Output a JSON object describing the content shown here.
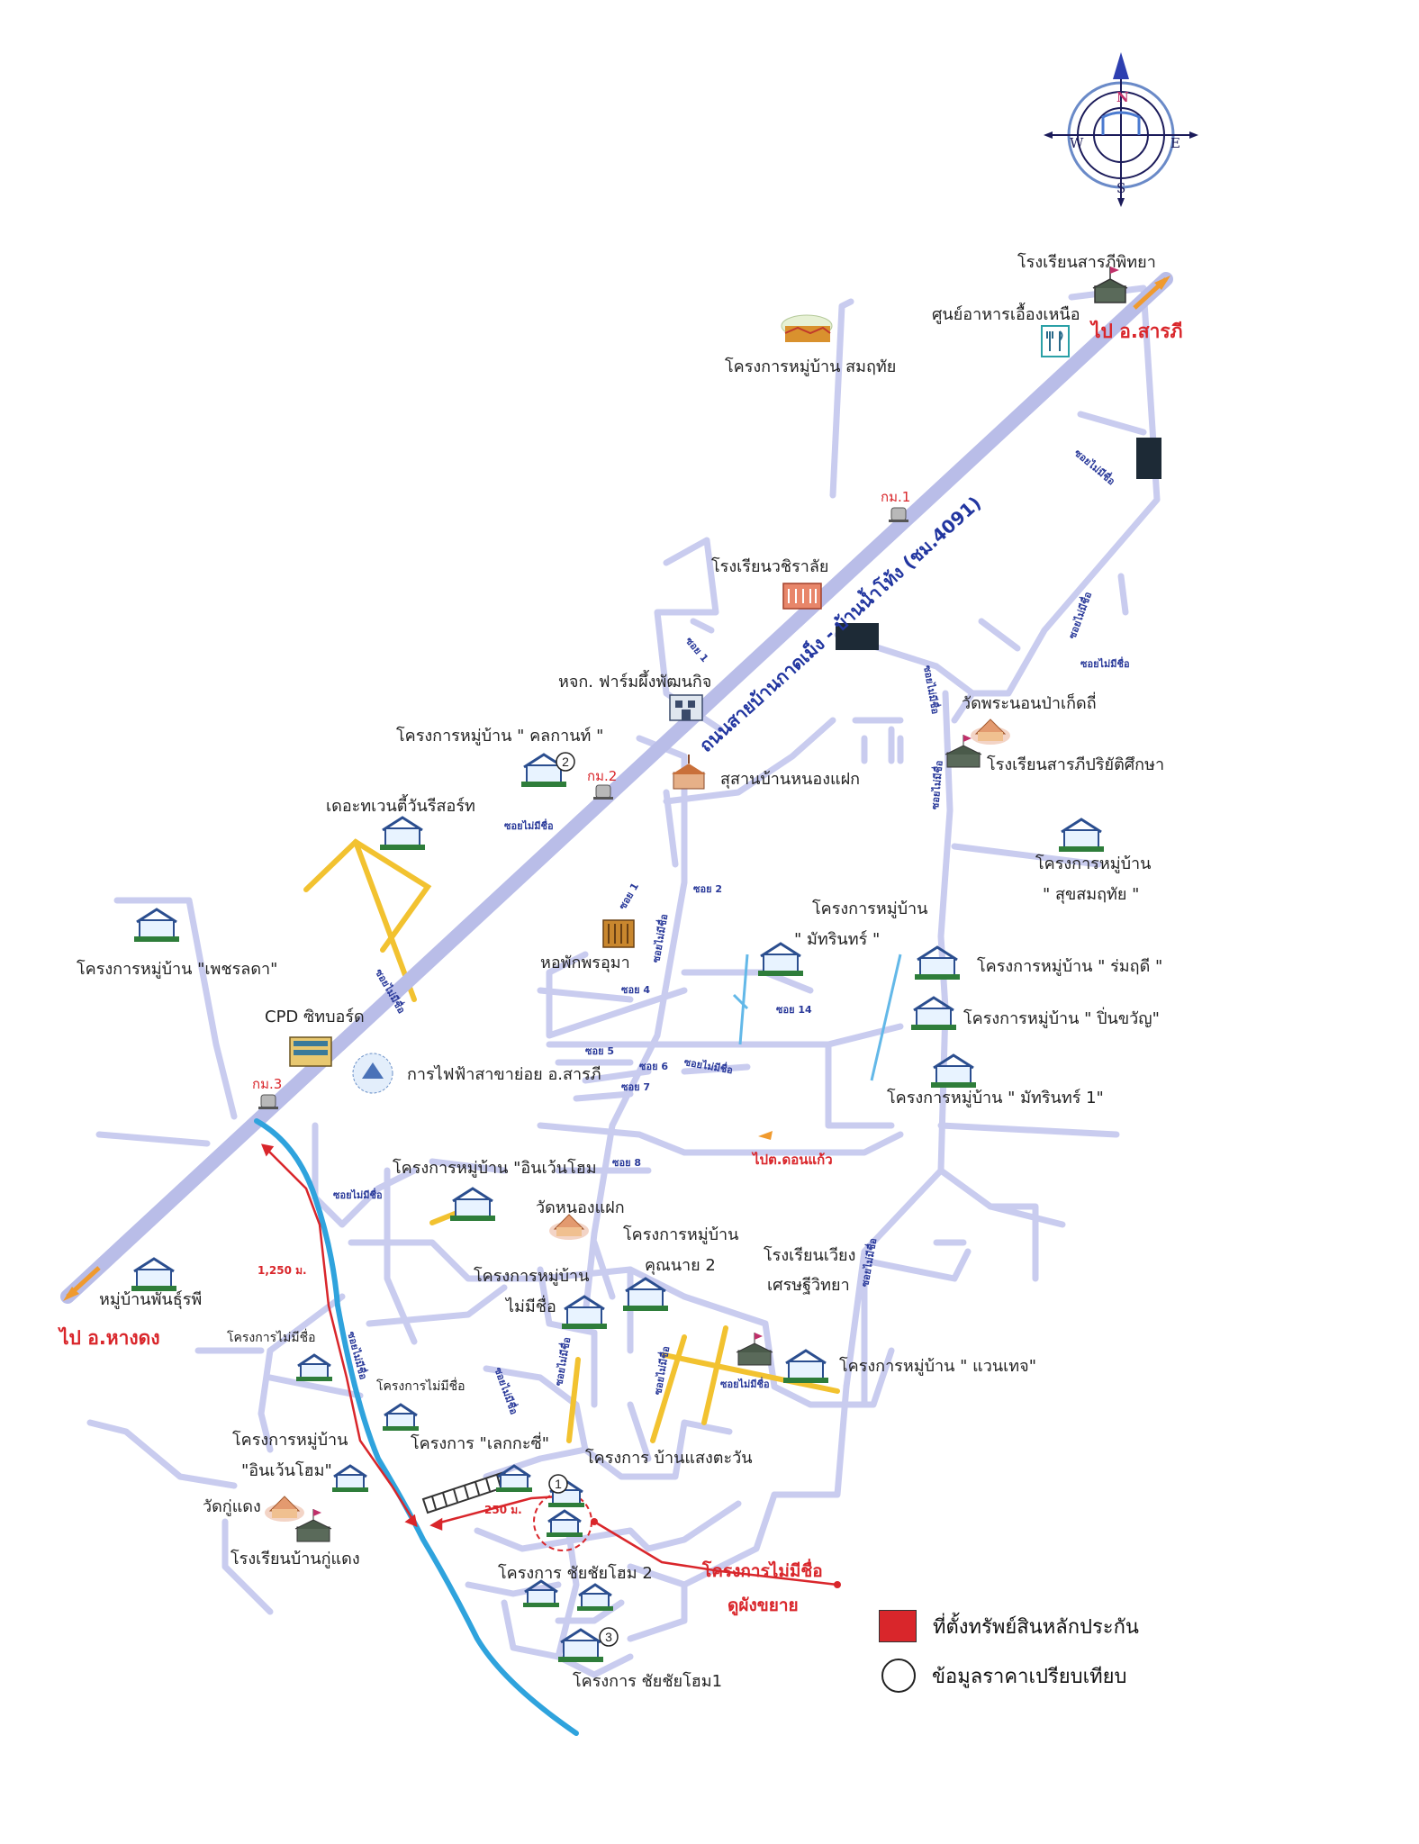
{
  "places": {
    "sarapee_school": "โรงเรียนสารภีพิทยา",
    "food_center": "ศูนย์อาหารเอื้องเหนือ",
    "to_sarapee": "ไป อ.สารภี",
    "somrutai": "โครงการหมู่บ้าน สมฤทัย",
    "km1": "กม.1",
    "wachiralai": "โรงเรียนวชิราลัย",
    "bee_farm": "หจก. ฟาร์มผึ้งพัฒนกิจ",
    "wat_pranon": "วัดพระนอนป่าเก็ดถี่",
    "sarapee_school2": "โรงเรียนสารภีปริยัติศึกษา",
    "kolkan": "โครงการหมู่บ้าน \" คลกานท์ \"",
    "km2": "กม.2",
    "cemetery": "สุสานบ้านหนองแฝก",
    "resort": "เดอะทเวนตี้วันรีสอร์ท",
    "sukhsom_a": "โครงการหมู่บ้าน",
    "sukhsom_b": "\" สุขสมฤทัย \"",
    "mantarin_a": "โครงการหมู่บ้าน",
    "mantarin_b": "\" มัทรินทร์ \"",
    "phetcharat": "โครงการหมู่บ้าน \"เพชรลดา\"",
    "dormitory": "หอพักพรอุมา",
    "romruedee": "โครงการหมู่บ้าน \" ร่มฤดี \"",
    "pinkhwan": "โครงการหมู่บ้าน \" ปิ่นขวัญ\"",
    "cpd": "CPD ซิทบอร์ด",
    "electric": "การไฟฟ้าสาขาย่อย อ.สารภี",
    "mantarin1": "โครงการหมู่บ้าน \" มัทรินทร์ 1\"",
    "km3": "กม.3",
    "to_donkaew": "ไปต.ดอนแก้ว",
    "inwin_home": "โครงการหมู่บ้าน \"อินเว้นโฮม",
    "wat_nongfaek": "วัดหนองแฝก",
    "khunnai_a": "โครงการหมู่บ้าน",
    "khunnai_b": "คุณนาย 2",
    "wiang_school_a": "โรงเรียนเวียง",
    "wiang_school_b": "เศรษฐีวิทยา",
    "nameless_vil_a": "โครงการหมู่บ้าน",
    "nameless_vil_b": "ไม่มีชื่อ",
    "banphanrupi": "หมู่บ้านพันธุ์รพี",
    "to_hangdong": "ไป อ.หางดง",
    "dist_1250": "1,250 ม.",
    "nameless_1": "โครงการไม่มีชื่อ",
    "nameless_2": "โครงการไม่มีชื่อ",
    "waenthep": "โครงการหมู่บ้าน \" แวนเทจ\"",
    "inwin_a": "โครงการหมู่บ้าน",
    "inwin_b": "\"อินเว้นโฮม\"",
    "lakkasi": "โครงการ \"เลกกะซี่\"",
    "saengtawan": "โครงการ บ้านแสงตะวัน",
    "wat_kuedang": "วัดกู่แดง",
    "kuedang_school": "โรงเรียนบ้านกู่แดง",
    "dist_250": "250 ม.",
    "chaichanhome2": "โครงการ ชัยชัยโฮม 2",
    "subject_a": "โครงการไม่มีชื่อ",
    "subject_b": "ดูผังขยาย",
    "chaichanhome1": "โครงการ ชัยชัยโฮม1"
  },
  "road_labels": {
    "main_road": "ถนนสายบ้านกาดเม็ง - บ้านน้ำโท้ง (ชม.4091)",
    "soi_nameless": "ซอยไม่มีชื่อ",
    "soi1": "ซอย 1",
    "soi2": "ซอย 2",
    "soi4": "ซอย 4",
    "soi5": "ซอย 5",
    "soi6": "ซอย 6",
    "soi7": "ซอย 7",
    "soi8": "ซอย 8",
    "soi14": "ซอย 14"
  },
  "markers": {
    "m1": "1",
    "m2": "2",
    "m3": "3"
  },
  "compass": {
    "n": "N",
    "s": "S",
    "e": "E",
    "w": "W"
  },
  "legend": {
    "collateral": "ที่ตั้งทรัพย์สินหลักประกัน",
    "comparison": "ข้อมูลราคาเปรียบเทียบ"
  },
  "colors": {
    "road": "#c9ccef",
    "main_road": "#b9bde8",
    "river": "#2fa3dd",
    "yellow_road": "#f2c230",
    "red": "#d9262b",
    "building": "#2e7d3a",
    "label": "#222222"
  }
}
